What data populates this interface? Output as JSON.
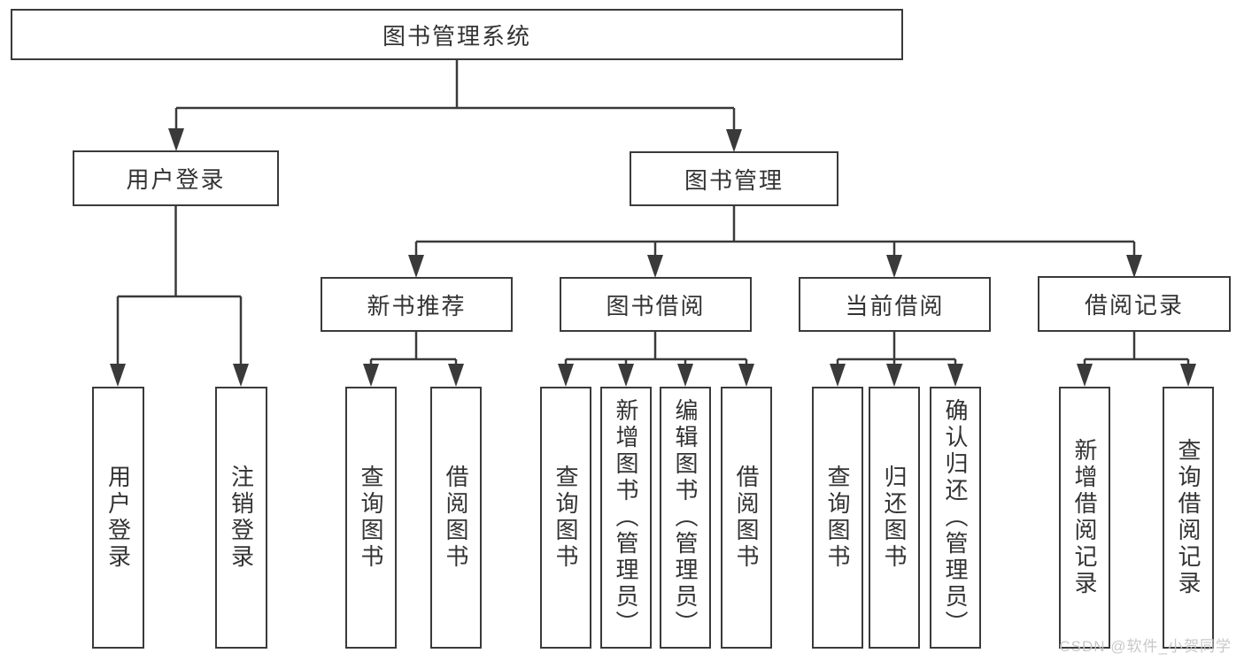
{
  "diagram": {
    "type": "hierarchy",
    "tree": {
      "root": {
        "label": "图书管理系统"
      },
      "branches": [
        {
          "label": "用户登录",
          "children": [
            {
              "label": "用户登录"
            },
            {
              "label": "注销登录"
            }
          ]
        },
        {
          "label": "图书管理",
          "children": [
            {
              "label": "新书推荐",
              "children": [
                {
                  "label": "查询图书"
                },
                {
                  "label": "借阅图书"
                }
              ]
            },
            {
              "label": "图书借阅",
              "children": [
                {
                  "label": "查询图书"
                },
                {
                  "label": "新增图书（管理员）"
                },
                {
                  "label": "编辑图书（管理员）"
                },
                {
                  "label": "借阅图书"
                }
              ]
            },
            {
              "label": "当前借阅",
              "children": [
                {
                  "label": "查询图书"
                },
                {
                  "label": "归还图书"
                },
                {
                  "label": "确认归还（管理员）"
                }
              ]
            },
            {
              "label": "借阅记录",
              "children": [
                {
                  "label": "新增借阅记录"
                },
                {
                  "label": "查询借阅记录"
                }
              ]
            }
          ]
        }
      ]
    },
    "colors": {
      "line": "#3a3a3a",
      "box_border": "#3a3a3a",
      "box_fill": "#ffffff",
      "text": "#333333",
      "watermark": "#c6c6c6"
    }
  },
  "watermark": {
    "text": "CSDN @软件_小贺同学"
  }
}
